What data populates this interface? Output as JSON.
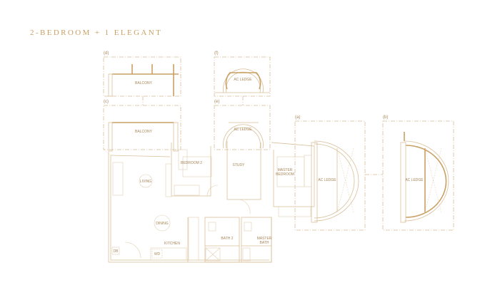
{
  "title": "2-BEDROOM + 1 ELEGANT",
  "callouts": {
    "a": "(a)",
    "b": "(b)",
    "c": "(c)",
    "d": "(d)",
    "e": "(e)",
    "f": "(f)"
  },
  "rooms": {
    "balcony_d": "BALCONY",
    "balcony_c": "BALCONY",
    "ac_ledge_f": "AC LEDGE",
    "ac_ledge_e": "AC LEDGE",
    "ac_ledge_a": "AC LEDGE",
    "ac_ledge_b": "AC LEDGE",
    "bedroom2": "BEDROOM 2",
    "study": "STUDY",
    "master_bedroom_1": "MASTER",
    "master_bedroom_2": "BEDROOM",
    "living": "LIVING",
    "dining": "DINING",
    "kitchen": "KITCHEN",
    "bath2": "BATH 2",
    "master_bath_1": "MASTER",
    "master_bath_2": "BATH",
    "wd": "WD",
    "db": "DB"
  },
  "colors": {
    "accent": "#c9a063",
    "line": "#d9bf98"
  }
}
